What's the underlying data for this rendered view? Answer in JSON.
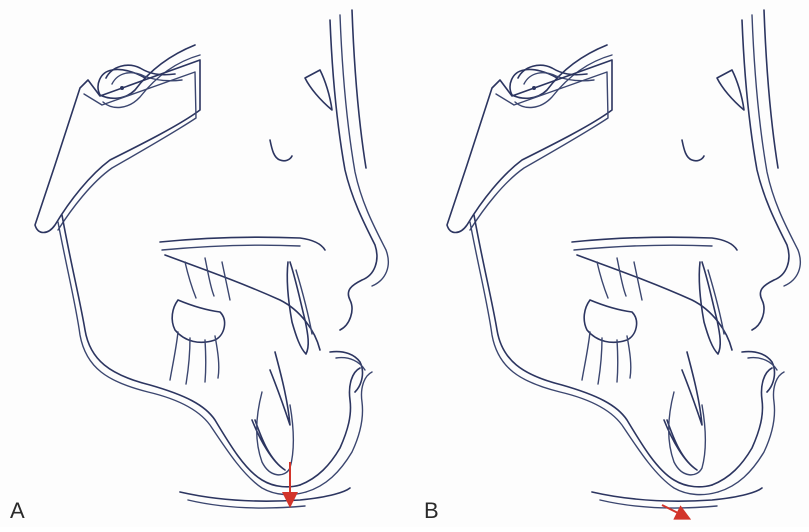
{
  "panels": [
    {
      "label": "A",
      "arrow": "vertical"
    },
    {
      "label": "B",
      "arrow": "diagonal"
    }
  ],
  "colors": {
    "tracing": "#2c3560",
    "arrow": "#d2342a",
    "background": "#fdfdfd"
  }
}
